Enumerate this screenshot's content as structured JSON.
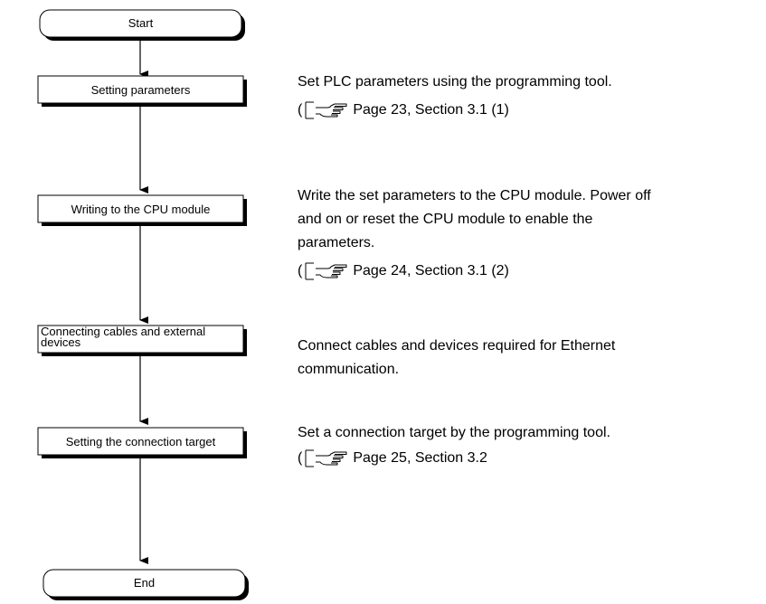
{
  "flowchart": {
    "start_label": "Start",
    "end_label": "End",
    "steps": [
      {
        "label": "Setting parameters",
        "description": [
          "Set PLC parameters using the programming tool."
        ],
        "reference": "Page 23, Section 3.1 (1)"
      },
      {
        "label": "Writing to the CPU module",
        "description": [
          "Write the set parameters to the CPU module. Power off",
          "and on or reset the CPU module to enable the",
          "parameters."
        ],
        "reference": "Page 24, Section 3.1 (2)"
      },
      {
        "label_lines": [
          "Connecting cables and external",
          "devices"
        ],
        "description": [
          "Connect cables and devices required for Ethernet",
          "communication."
        ],
        "reference": ""
      },
      {
        "label": "Setting the connection target",
        "description": [
          "Set a connection target by the programming tool."
        ],
        "reference": "Page 25, Section 3.2"
      }
    ],
    "ref_open": "(",
    "ref_icon": "pointing-hand-icon"
  }
}
